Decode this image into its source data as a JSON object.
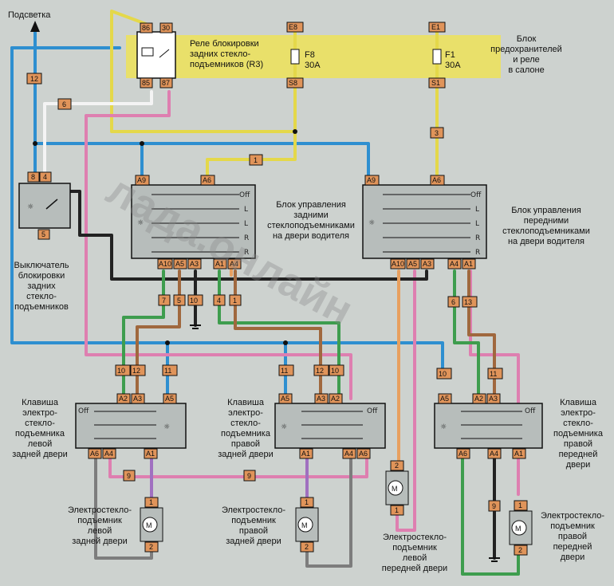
{
  "colors": {
    "background": "#cdd2cf",
    "relay_block_bg": "#e9e06a",
    "wire_blue": "#2e8fd0",
    "wire_yellow": "#e4d84a",
    "wire_pink": "#de7fb0",
    "wire_green": "#3e9d4e",
    "wire_brown": "#a0683e",
    "wire_gray": "#7d7d7d",
    "wire_black": "#222222",
    "wire_white": "#f4f4f4",
    "wire_orange": "#e8a060",
    "connector": "#e0945a",
    "module_fill": "#b7bdbb"
  },
  "labels": {
    "podsvetka": "Подсветка",
    "relay": [
      "Реле блокировки",
      "задних стекло-",
      "подъемников (R3)"
    ],
    "fuse_block": [
      "Блок",
      "предохранителей",
      "и реле",
      "в салоне"
    ],
    "rear_ctrl": [
      "Блок управления",
      "задними",
      "стеклоподъемниками",
      "на двери водителя"
    ],
    "front_ctrl": [
      "Блок управления",
      "передними",
      "стеклоподъемниками",
      "на двери водителя"
    ],
    "lock_switch": [
      "Выключатель",
      "блокировки",
      "задних",
      "стекло-",
      "подъемников"
    ],
    "key_rl": [
      "Клавиша",
      "электро-",
      "стекло-",
      "подъемника",
      "левой",
      "задней двери"
    ],
    "key_rr": [
      "Клавиша",
      "электро-",
      "стекло-",
      "подъемника",
      "правой",
      "задней двери"
    ],
    "key_rf": [
      "Клавиша",
      "электро-",
      "стекло-",
      "подъемника",
      "правой",
      "передней",
      "двери"
    ],
    "motor_rl": [
      "Электростекло-",
      "подъемник",
      "левой",
      "задней двери"
    ],
    "motor_rr": [
      "Электростекло-",
      "подъемник",
      "правой",
      "задней двери"
    ],
    "motor_lf": [
      "Электростекло-",
      "подъемник",
      "левой",
      "передней двери"
    ],
    "motor_rf": [
      "Электростекло-",
      "подъемник",
      "правой",
      "передней",
      "двери"
    ],
    "fuse_f8": [
      "F8",
      "30A"
    ],
    "fuse_f1": [
      "F1",
      "30A"
    ],
    "sw_off": "Off",
    "sw_l": "L",
    "sw_r": "R",
    "watermark": "лада.онлайн"
  },
  "pins": {
    "p86": "86",
    "p30": "30",
    "p85": "85",
    "p87": "87",
    "e8": "E8",
    "s8": "S8",
    "e1": "E1",
    "s1": "S1",
    "a9": "A9",
    "a6": "A6",
    "a10": "A10",
    "a5": "A5",
    "a3": "A3",
    "a4": "A4",
    "a1": "A1",
    "a2": "A2",
    "c8": "8",
    "c4": "4",
    "c5": "5",
    "c1": "1",
    "c2": "2"
  },
  "wires": {
    "w12": "12",
    "w6": "6",
    "w5": "5",
    "w1": "1",
    "w3": "3",
    "w7": "7",
    "w10": "10",
    "w4": "4",
    "w11": "11",
    "w13": "13",
    "w9": "9"
  }
}
